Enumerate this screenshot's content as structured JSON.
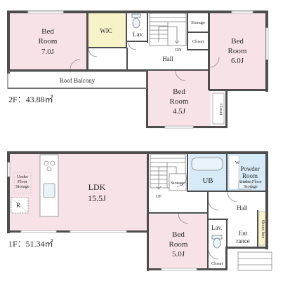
{
  "floor2": {
    "area_label": "2F：43.88㎡",
    "rooms": {
      "bed1": {
        "name": "Bed Room",
        "size": "7.0J"
      },
      "wic": "WIC",
      "lav": "Lav.",
      "storage": "Storage",
      "closet_a": "Closet",
      "bed2": {
        "name": "Bed Room",
        "size": "6.0J"
      },
      "hall": "Hall",
      "stair_dir": "DN",
      "balcony": "Roof Balcony",
      "bed3": {
        "name": "Bed Room",
        "size": "4.5J"
      },
      "closet_b": "Closet"
    }
  },
  "floor1": {
    "area_label": "1F：51.34㎡",
    "rooms": {
      "under_storage": "Under Floor Storage",
      "fridge": "R",
      "ldk": {
        "name": "LDK",
        "size": "15.5J"
      },
      "stair_dir": "UP",
      "storage": "Storage",
      "ub": "UB",
      "washer": "W",
      "powder": "Powder Room",
      "under_storage2": "Under Floor Storage",
      "hall": "Hall",
      "shoes": "Shoes box",
      "lav": "Lav.",
      "entrance": "Entrance",
      "bed": {
        "name": "Bed Room",
        "size": "5.0J"
      },
      "closet": "Closet"
    }
  },
  "colors": {
    "room_pink": "#f7e2e8",
    "wic_yellow": "#f7f3c8",
    "wet_blue": "#d6eaf7",
    "wall": "#4d4d4d"
  }
}
